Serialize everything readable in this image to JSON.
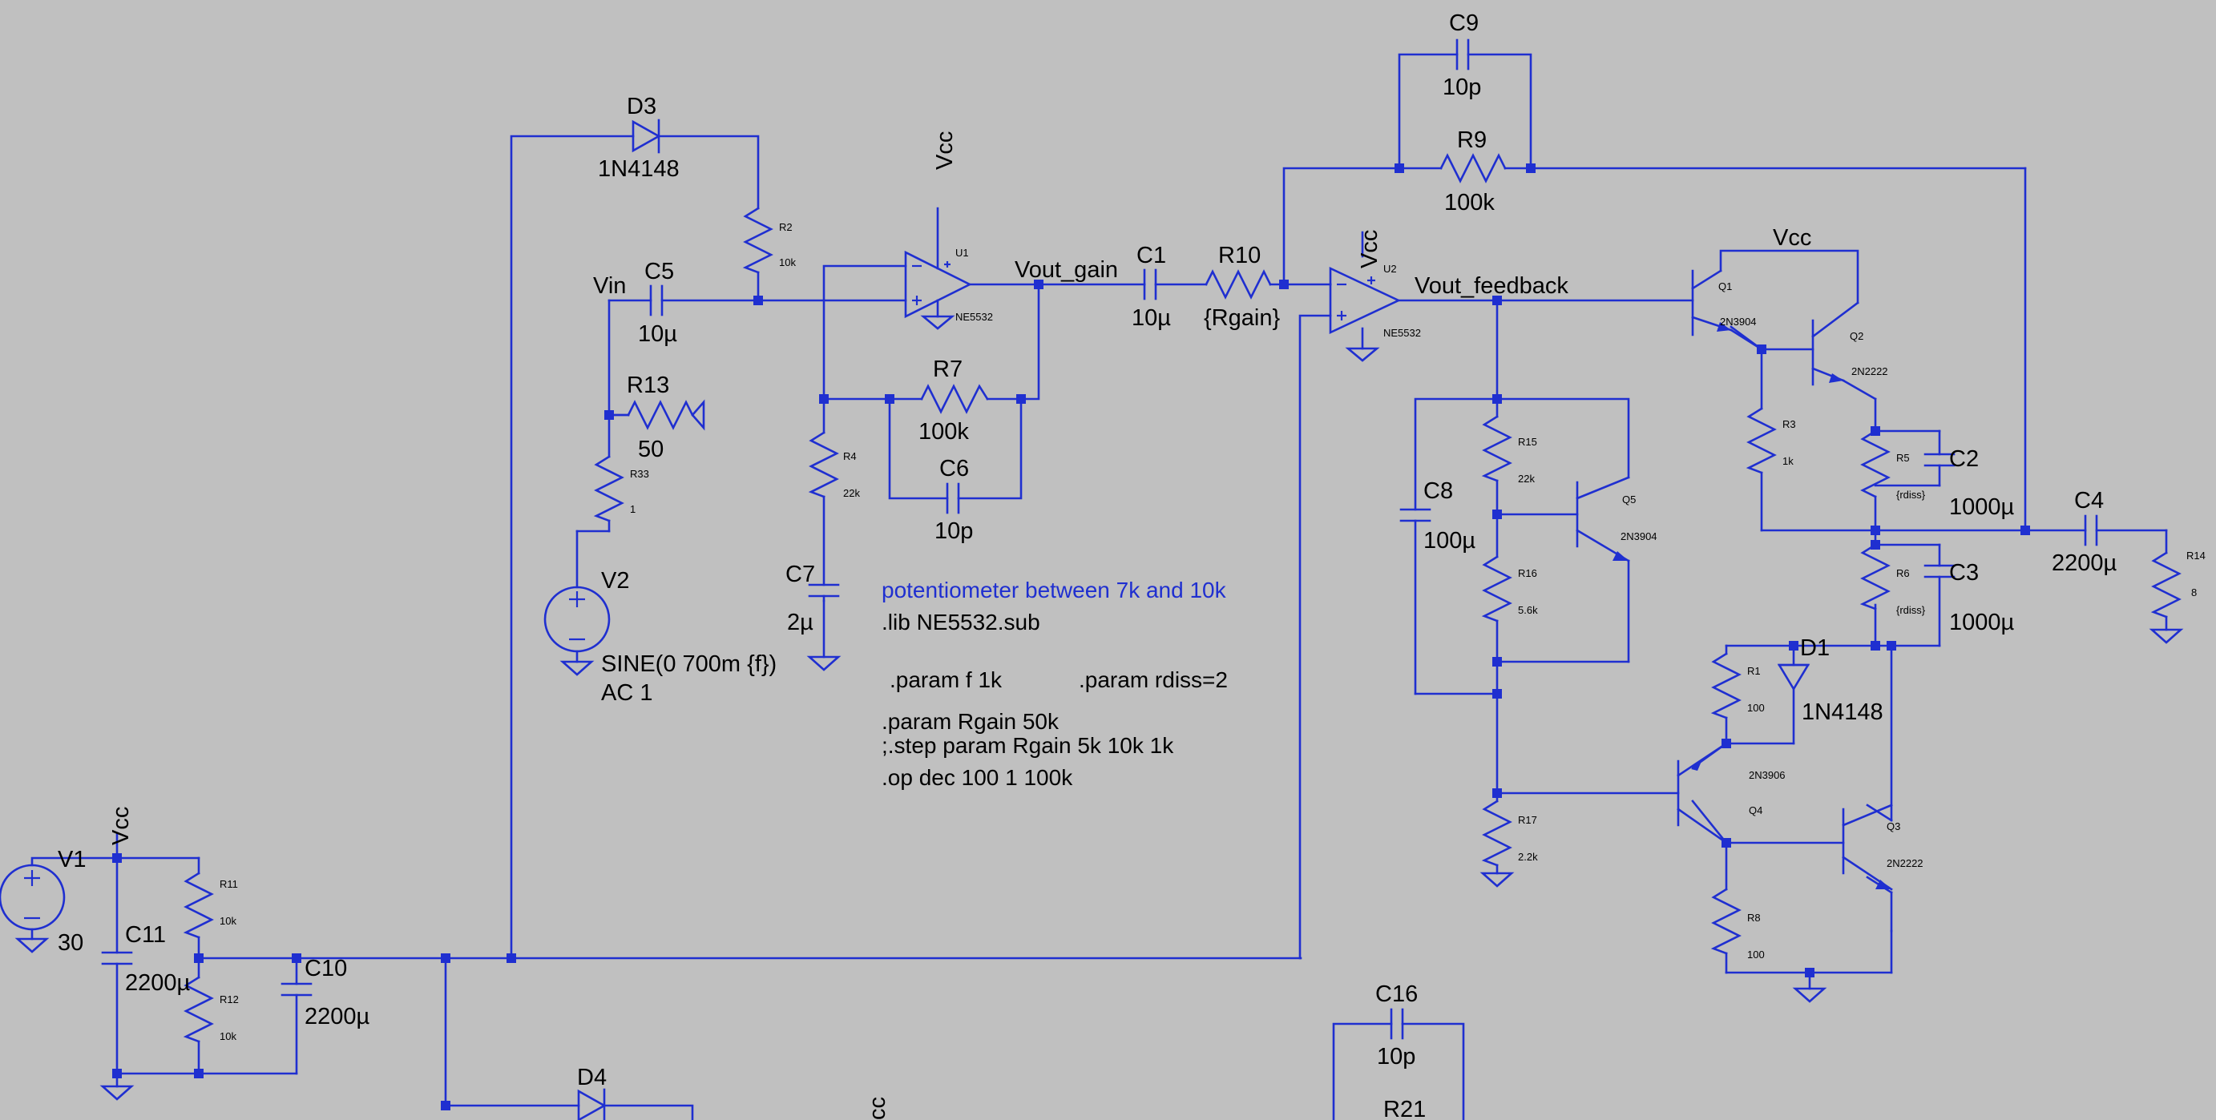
{
  "colors": {
    "background": "#c0c0c0",
    "wire": "#1f2fd0",
    "text": "#000000",
    "comment": "#1f2fd0"
  },
  "nets": {
    "vin": "Vin",
    "vout_gain": "Vout_gain",
    "vout_feedback": "Vout_feedback"
  },
  "vcc": {
    "u1": "Vcc",
    "u2": "Vcc",
    "q": "Vcc",
    "v1": "Vcc",
    "bottom": "cc"
  },
  "comps": {
    "d3": {
      "ref": "D3",
      "val": "1N4148"
    },
    "c9": {
      "ref": "C9",
      "val": "10p"
    },
    "r9": {
      "ref": "R9",
      "val": "100k"
    },
    "r2": {
      "ref": "R2",
      "val": "10k"
    },
    "u1": {
      "ref": "U1",
      "val": "NE5532"
    },
    "u2": {
      "ref": "U2",
      "val": "NE5532"
    },
    "c5": {
      "ref": "C5",
      "val": "10µ"
    },
    "c1": {
      "ref": "C1",
      "val": "10µ"
    },
    "r10": {
      "ref": "R10",
      "val": "{Rgain}"
    },
    "r13": {
      "ref": "R13",
      "val": "50"
    },
    "r33": {
      "ref": "R33",
      "val": "1"
    },
    "r7": {
      "ref": "R7",
      "val": "100k"
    },
    "c6": {
      "ref": "C6",
      "val": "10p"
    },
    "r4": {
      "ref": "R4",
      "val": "22k"
    },
    "c7": {
      "ref": "C7",
      "val": "2µ"
    },
    "v2": {
      "ref": "V2",
      "val": "SINE(0 700m {f})",
      "val2": "AC 1"
    },
    "q1": {
      "ref": "Q1",
      "val": "2N3904"
    },
    "q2": {
      "ref": "Q2",
      "val": "2N2222"
    },
    "r3": {
      "ref": "R3",
      "val": "1k"
    },
    "r5": {
      "ref": "R5",
      "val": "{rdiss}"
    },
    "c2": {
      "ref": "C2",
      "val": "1000µ"
    },
    "c4": {
      "ref": "C4",
      "val": "2200µ"
    },
    "r14": {
      "ref": "R14",
      "val": "8"
    },
    "c8": {
      "ref": "C8",
      "val": "100µ"
    },
    "r15": {
      "ref": "R15",
      "val": "22k"
    },
    "q5": {
      "ref": "Q5",
      "val": "2N3904"
    },
    "r16": {
      "ref": "R16",
      "val": "5.6k"
    },
    "r6": {
      "ref": "R6",
      "val": "{rdiss}"
    },
    "c3": {
      "ref": "C3",
      "val": "1000µ"
    },
    "d1": {
      "ref": "D1",
      "val": "1N4148"
    },
    "r1": {
      "ref": "R1",
      "val": "100"
    },
    "q4": {
      "ref": "Q4",
      "val": "2N3906"
    },
    "q3": {
      "ref": "Q3",
      "val": "2N2222"
    },
    "r17": {
      "ref": "R17",
      "val": "2.2k"
    },
    "r8": {
      "ref": "R8",
      "val": "100"
    },
    "v1": {
      "ref": "V1",
      "val": "30"
    },
    "c11": {
      "ref": "C11",
      "val": "2200µ"
    },
    "r11": {
      "ref": "R11",
      "val": "10k"
    },
    "r12": {
      "ref": "R12",
      "val": "10k"
    },
    "c10": {
      "ref": "C10",
      "val": "2200µ"
    },
    "c16": {
      "ref": "C16",
      "val": "10p"
    },
    "d4": {
      "ref": "D4"
    },
    "r21": {
      "ref": "R21"
    }
  },
  "comment": "potentiometer between 7k and 10k",
  "directives": {
    "lib": ".lib NE5532.sub",
    "param_f": ".param f 1k",
    "param_rdiss": ".param rdiss=2",
    "param_rgain": ".param Rgain 50k",
    "step": ";.step param Rgain 5k 10k 1k",
    "op": ".op dec 100 1 100k"
  }
}
